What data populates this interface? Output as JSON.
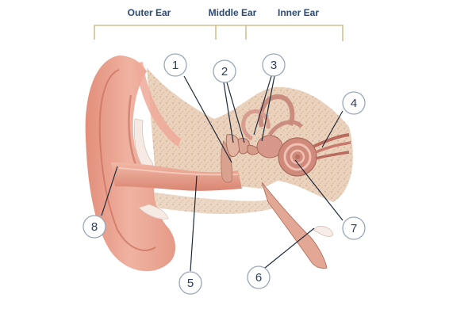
{
  "sections": {
    "outer": "Outer Ear",
    "middle": "Middle Ear",
    "inner": "Inner Ear"
  },
  "callouts": [
    "1",
    "2",
    "3",
    "4",
    "5",
    "6",
    "7",
    "8"
  ],
  "colors": {
    "label_text": "#2c4a73",
    "bracket": "#c9b27a",
    "skin": "#e9a38f",
    "bone": "#e8c9b3",
    "canal": "#d98a7a"
  }
}
